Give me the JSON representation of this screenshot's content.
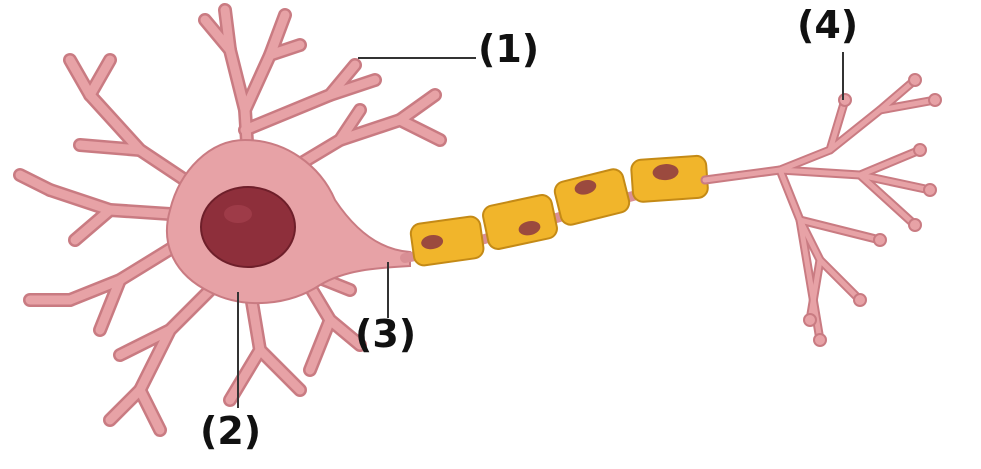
{
  "diagram": {
    "labels": {
      "l1": "(1)",
      "l2": "(2)",
      "l3": "(3)",
      "l4": "(4)"
    },
    "colors": {
      "cell": "#e7a2a6",
      "cell_outline": "#c97b82",
      "nucleus": "#8e2f3b",
      "myelin": "#f1b52b",
      "myelin_outline": "#c48a16",
      "myelin_nucleus": "#9b4a3e",
      "leader_line": "#333333"
    }
  }
}
